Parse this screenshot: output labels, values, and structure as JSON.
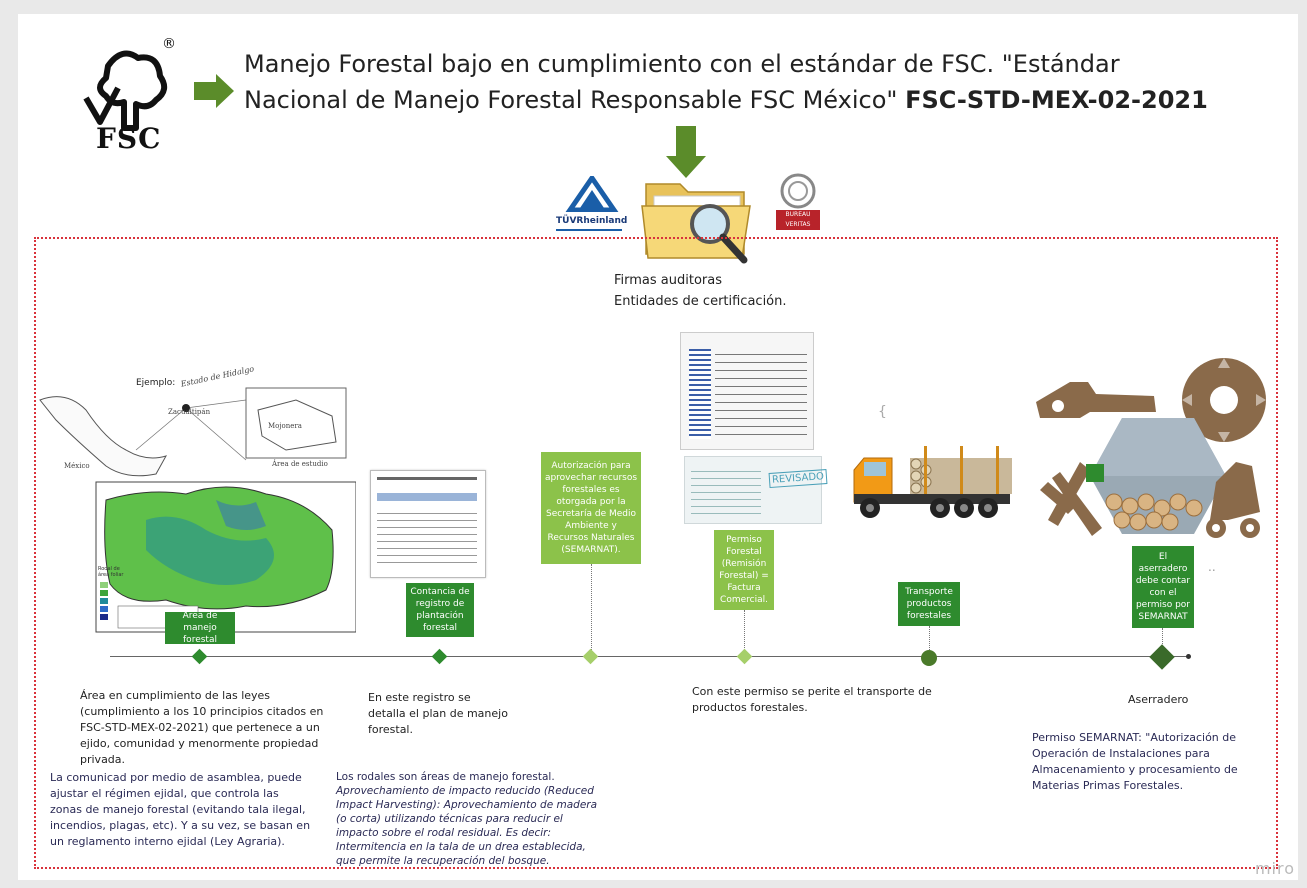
{
  "header": {
    "logo_text": "FSC",
    "logo_reg": "®",
    "title_line1": "Manejo Forestal bajo en cumplimiento con el estándar de FSC. \"Estándar",
    "title_line2": "Nacional de Manejo Forestal Responsable FSC México\" ",
    "title_bold": "FSC-STD-MEX-02-2021"
  },
  "auditors": {
    "tuv_brand": "TÜVRheinland",
    "bv_top": "BUREAU",
    "bv_bottom": "VERITAS",
    "caption_line1": "Firmas auditoras",
    "caption_line2": "Entidades de certificación."
  },
  "map": {
    "example_label": "Ejemplo:",
    "state": "Estado de Hidalgo",
    "town": "Zacualtipán",
    "mexico": "México",
    "mojonera": "Mojonera",
    "area": "Área de estudio",
    "legend_title": "Rodal de área foliar"
  },
  "stages": {
    "area": "Área de manejo forestal",
    "constancia": "Contancia de registro de plantación forestal",
    "autorizacion": "Autorización para aprovechar recursos forestales es otorgada por la Secretaría de Medio Ambiente y Recursos Naturales (SEMARNAT).",
    "permiso": "Permiso Forestal (Remisión Forestal) = Factura Comercial.",
    "transporte": "Transporte productos forestales",
    "aserradero": "El aserradero debe contar con el permiso por SEMARNAT"
  },
  "notes": {
    "area_desc": "Área en cumplimiento de las leyes (cumplimiento a los 10 principios citados en FSC-STD-MEX-02-2021) que pertenece a un ejido, comunidad y menormente propiedad privada.",
    "asamblea": "La comunicad por medio de asamblea, puede ajustar el régimen ejidal, que controla las zonas de manejo forestal (evitando tala ilegal, incendios, plagas, etc). Y a su vez, se basan en un reglamento interno ejidal (Ley Agraria).",
    "registro": "En este registro se detalla el plan de manejo forestal.",
    "rodales": "Los rodales son áreas de manejo forestal.",
    "rodales_italic": "Aprovechamiento de impacto reducido (Reduced Impact Harvesting): Aprovechamiento de madera (o corta) utilizando técnicas para reducir el impacto sobre el rodal residual. Es decir: Intermitencia en la tala de un drea establecida, que permite la recuperación del bosque.",
    "permiso_transporte": "Con este permiso se perite el transporte de productos forestales.",
    "aserradero_label": "Aserradero",
    "semarnat_permiso": "Permiso SEMARNAT: \"Autorización de Operación de Instalaciones para Almacenamiento y procesamiento de Materias Primas Forestales."
  },
  "document": {
    "stamp": "REVISADO"
  },
  "watermark": "miro",
  "colors": {
    "dark_green": "#2e8b2e",
    "light_green": "#8cc24a",
    "arrow_green": "#5b8c2a",
    "dotted_border": "#d9323b",
    "brown": "#8a6a4a"
  }
}
